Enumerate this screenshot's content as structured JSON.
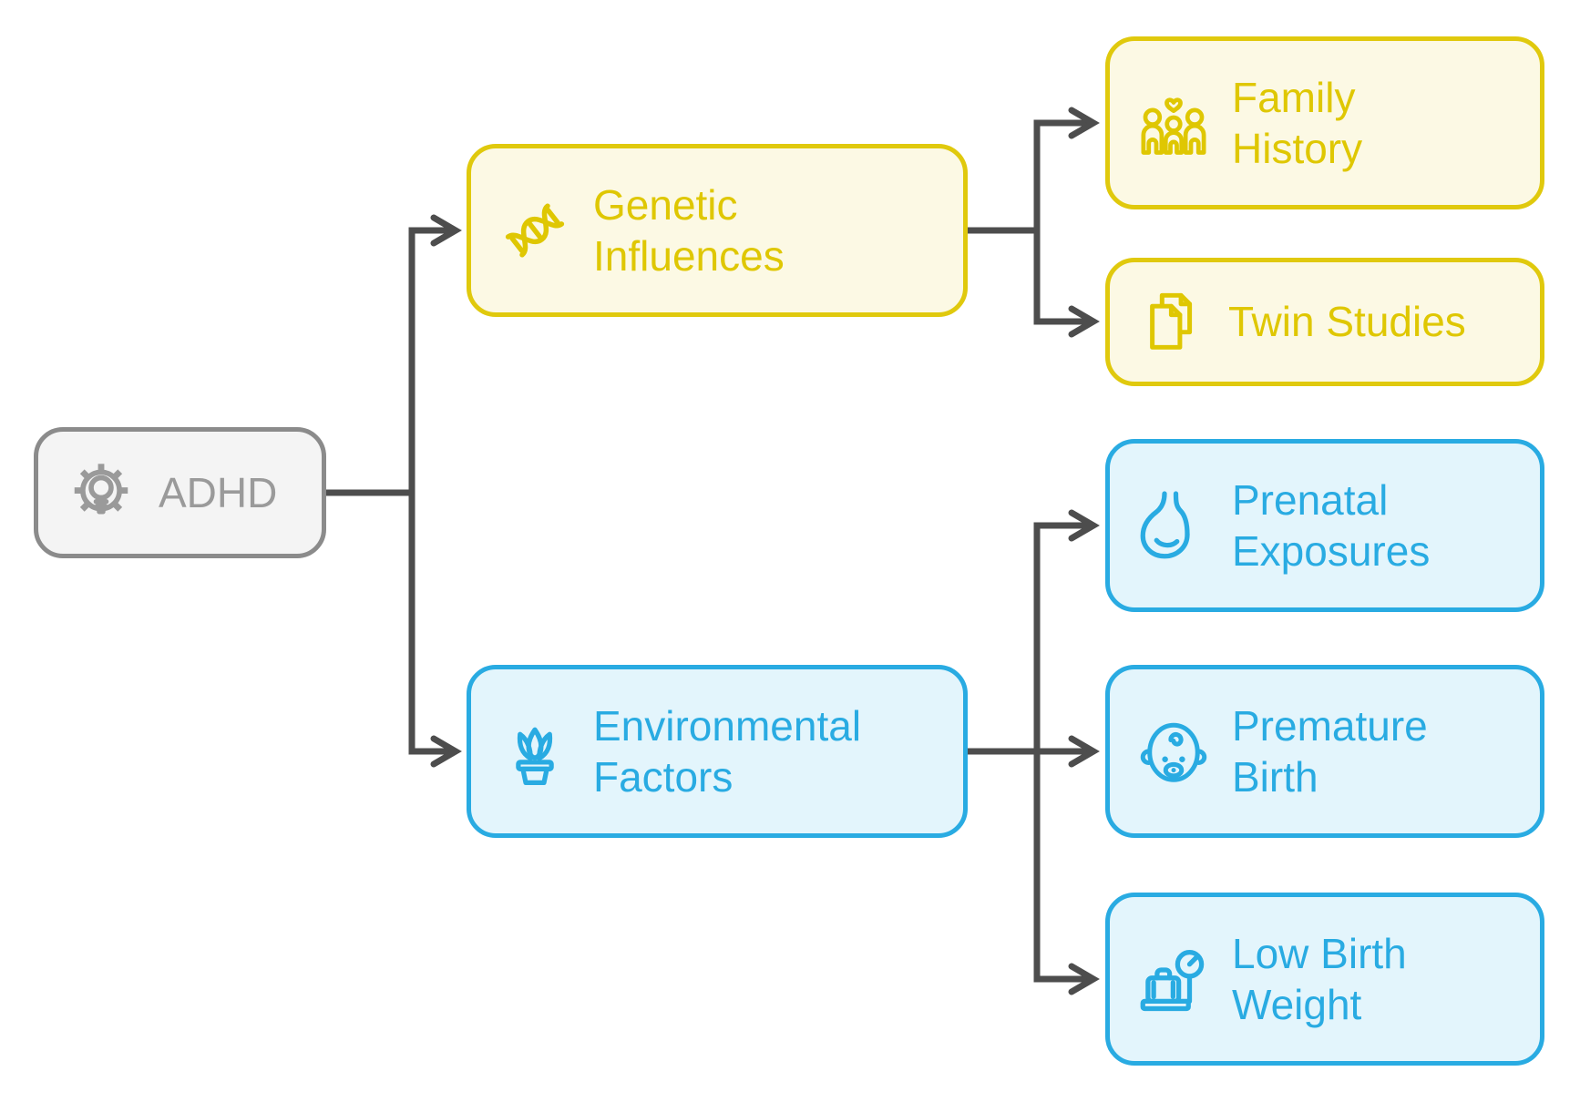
{
  "diagram": {
    "type": "flowchart",
    "root": {
      "id": "adhd",
      "label": "ADHD",
      "lines": [
        "ADHD"
      ],
      "icon": "gear-lightbulb-icon",
      "theme": "gray"
    },
    "branches": [
      {
        "id": "genetic-influences",
        "label": "Genetic Influences",
        "lines": [
          "Genetic",
          "Influences"
        ],
        "icon": "dna-icon",
        "theme": "yellow",
        "children": [
          {
            "id": "family-history",
            "label": "Family History",
            "lines": [
              "Family",
              "History"
            ],
            "icon": "family-icon"
          },
          {
            "id": "twin-studies",
            "label": "Twin Studies",
            "lines": [
              "Twin Studies"
            ],
            "icon": "documents-icon"
          }
        ]
      },
      {
        "id": "environmental-factors",
        "label": "Environmental Factors",
        "lines": [
          "Environmental",
          "Factors"
        ],
        "icon": "potted-plant-icon",
        "theme": "blue",
        "children": [
          {
            "id": "prenatal-exposures",
            "label": "Prenatal Exposures",
            "lines": [
              "Prenatal",
              "Exposures"
            ],
            "icon": "stomach-icon"
          },
          {
            "id": "premature-birth",
            "label": "Premature Birth",
            "lines": [
              "Premature",
              "Birth"
            ],
            "icon": "baby-icon"
          },
          {
            "id": "low-birth-weight",
            "label": "Low Birth Weight",
            "lines": [
              "Low Birth",
              "Weight"
            ],
            "icon": "weight-scale-icon"
          }
        ]
      }
    ]
  },
  "colors": {
    "edge": "#4D4D4D",
    "gray_border": "#8B8B8B",
    "gray_fill": "#F4F4F4",
    "gray_text": "#9A9A9A",
    "yellow_border": "#E0C90D",
    "yellow_fill": "#FCF9E4",
    "yellow_text": "#DFC702",
    "blue_border": "#29ABE2",
    "blue_fill": "#E3F5FC",
    "blue_text": "#29ABE2"
  }
}
